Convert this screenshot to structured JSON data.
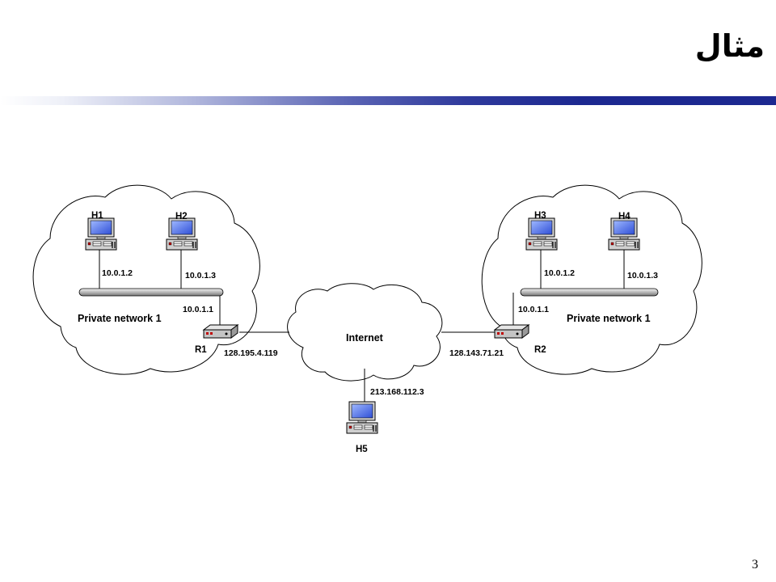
{
  "slide": {
    "title": "مثال",
    "page_number": "3"
  },
  "diagram": {
    "internet_label": "Internet",
    "left_network": {
      "label": "Private network 1",
      "hosts": [
        {
          "name": "H1",
          "ip": "10.0.1.2"
        },
        {
          "name": "H2",
          "ip": "10.0.1.3"
        }
      ],
      "router": {
        "name": "R1",
        "inside_ip": "10.0.1.1",
        "outside_ip": "128.195.4.119"
      }
    },
    "right_network": {
      "label": "Private network 1",
      "hosts": [
        {
          "name": "H3",
          "ip": "10.0.1.2"
        },
        {
          "name": "H4",
          "ip": "10.0.1.3"
        }
      ],
      "router": {
        "name": "R2",
        "inside_ip": "10.0.1.1",
        "outside_ip": "128.143.71.21"
      }
    },
    "public_host": {
      "name": "H5",
      "ip": "213.168.112.3"
    }
  }
}
